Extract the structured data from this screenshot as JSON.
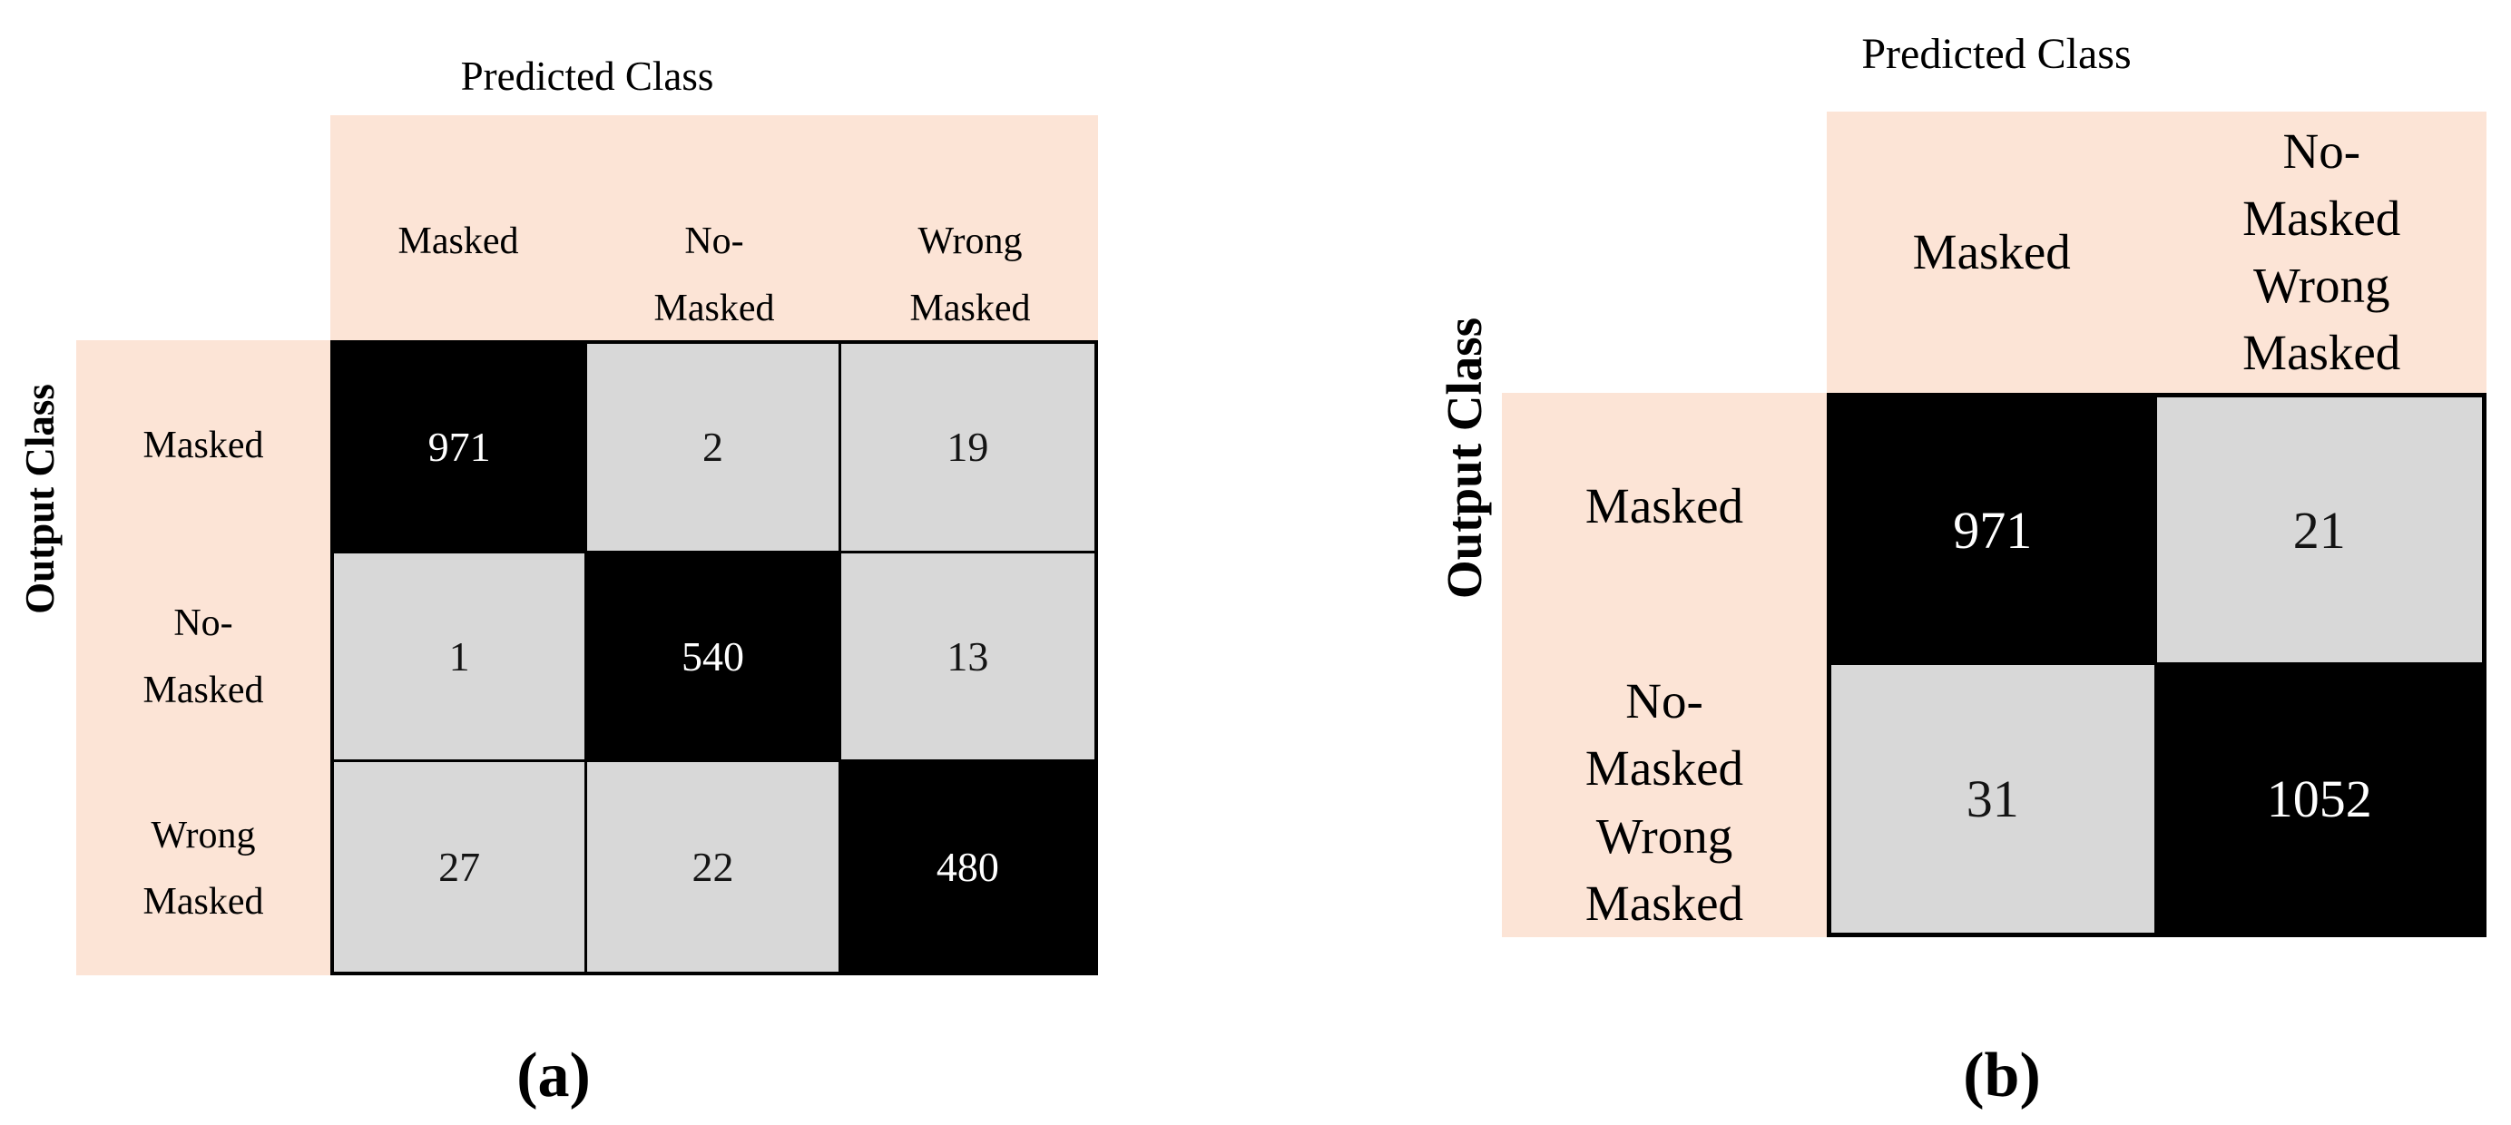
{
  "colors": {
    "header_fill": "#fce4d6",
    "diagonal_cell_fill": "#000000",
    "offdiagonal_cell_fill": "#d8d8d8",
    "diagonal_text": "#ffffff",
    "label_text": "#000000"
  },
  "figure_a": {
    "title": "Predicted Class",
    "y_axis_label": "Output Class",
    "caption": "(a)",
    "col_headers": [
      "Masked",
      "No-\nMasked",
      "Wrong\nMasked"
    ],
    "row_headers": [
      "Masked",
      "No-\nMasked",
      "Wrong\nMasked"
    ],
    "cells": [
      [
        "971",
        "2",
        "19"
      ],
      [
        "1",
        "540",
        "13"
      ],
      [
        "27",
        "22",
        "480"
      ]
    ]
  },
  "figure_b": {
    "title": "Predicted Class",
    "y_axis_label": "Output Class",
    "caption": "(b)",
    "col_headers": [
      "Masked",
      "No-\nMasked\nWrong\nMasked"
    ],
    "row_headers": [
      "Masked",
      "No-\nMasked\nWrong\nMasked"
    ],
    "cells": [
      [
        "971",
        "21"
      ],
      [
        "31",
        "1052"
      ]
    ]
  },
  "chart_data": [
    {
      "type": "heatmap",
      "subtype": "confusion-matrix",
      "caption": "(a)",
      "xlabel": "Predicted Class",
      "ylabel": "Output Class",
      "x_categories": [
        "Masked",
        "No-Masked",
        "Wrong Masked"
      ],
      "y_categories": [
        "Masked",
        "No-Masked",
        "Wrong Masked"
      ],
      "values": [
        [
          971,
          2,
          19
        ],
        [
          1,
          540,
          13
        ],
        [
          27,
          22,
          480
        ]
      ],
      "legend_position": "none",
      "grid": "on",
      "diagonal_highlight": "black cells with white numbers, off-diagonal light gray"
    },
    {
      "type": "heatmap",
      "subtype": "confusion-matrix",
      "caption": "(b)",
      "xlabel": "Predicted Class",
      "ylabel": "Output Class",
      "x_categories": [
        "Masked",
        "No-Masked Wrong Masked"
      ],
      "y_categories": [
        "Masked",
        "No-Masked Wrong Masked"
      ],
      "values": [
        [
          971,
          21
        ],
        [
          31,
          1052
        ]
      ],
      "legend_position": "none",
      "grid": "on",
      "diagonal_highlight": "black cells with white numbers, off-diagonal light gray"
    }
  ]
}
